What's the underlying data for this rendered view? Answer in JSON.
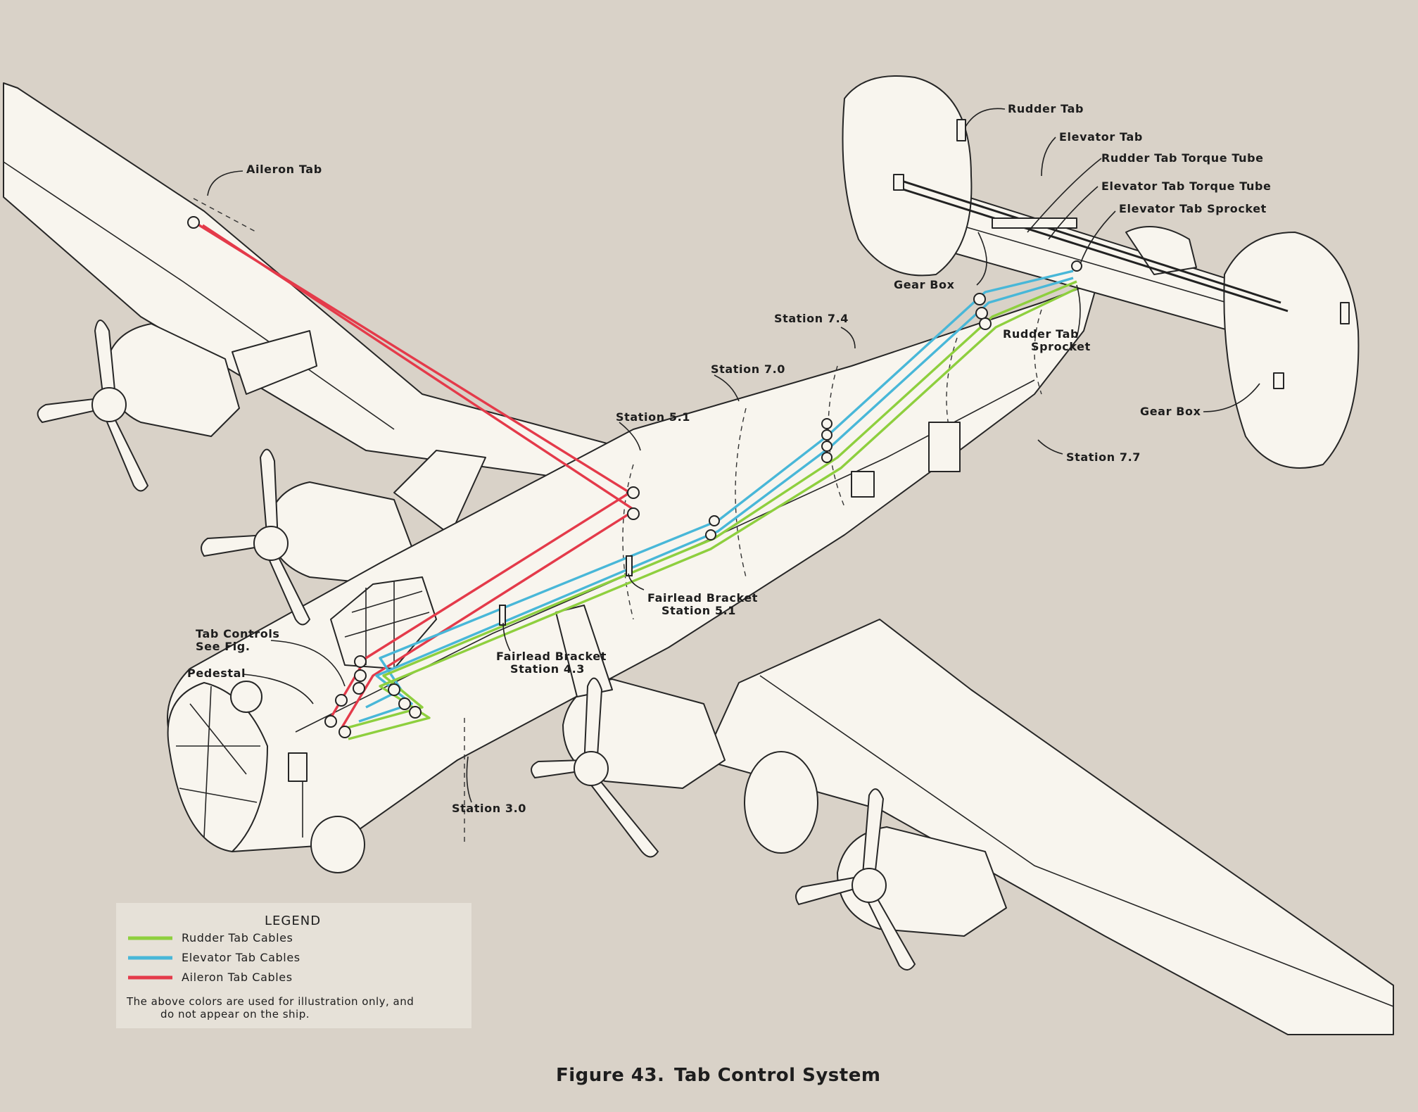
{
  "labels": {
    "aileron_tab": "Aileron Tab",
    "rudder_tab": "Rudder Tab",
    "elevator_tab": "Elevator Tab",
    "rudder_tab_torque_tube": "Rudder Tab Torque Tube",
    "elevator_tab_torque_tube": "Elevator Tab Torque Tube",
    "elevator_tab_sprocket": "Elevator Tab Sprocket",
    "gear_box_upper": "Gear Box",
    "rudder_tab_sprocket_line1": "Rudder Tab",
    "rudder_tab_sprocket_line2": "Sprocket",
    "gear_box_lower": "Gear Box",
    "station_7_4": "Station 7.4",
    "station_7_0": "Station 7.0",
    "station_5_1": "Station 5.1",
    "station_7_7": "Station 7.7",
    "fairlead_5_1_line1": "Fairlead Bracket",
    "fairlead_5_1_line2": "Station 5.1",
    "fairlead_4_3_line1": "Fairlead Bracket",
    "fairlead_4_3_line2": "Station 4.3",
    "tab_controls_line1": "Tab Controls",
    "tab_controls_line2": "See Fig.",
    "pedestal": "Pedestal",
    "station_3_0": "Station 3.0"
  },
  "legend": {
    "title": "LEGEND",
    "items": [
      {
        "label": "Rudder Tab Cables",
        "color": "#8ecf3e"
      },
      {
        "label": "Elevator Tab Cables",
        "color": "#48b7d8"
      },
      {
        "label": "Aileron Tab Cables",
        "color": "#e43a4a"
      }
    ],
    "note_line1": "The above colors are used for illustration only, and",
    "note_line2": "do not appear on the ship."
  },
  "caption": {
    "figure": "Figure 43.",
    "title": "Tab Control System"
  },
  "colors": {
    "background": "#d9d2c8",
    "airframe": "#f8f5ee",
    "rudder_cable": "#8ecf3e",
    "elevator_cable": "#48b7d8",
    "aileron_cable": "#e43a4a"
  }
}
